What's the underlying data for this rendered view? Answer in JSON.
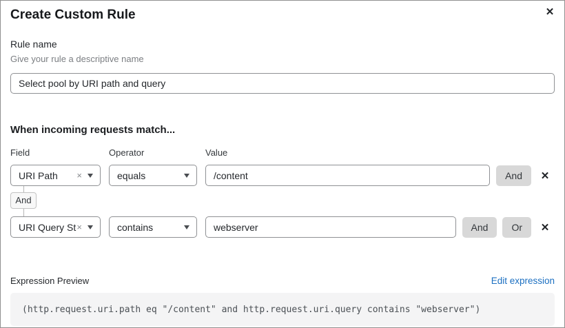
{
  "dialog": {
    "title": "Create Custom Rule",
    "close_glyph": "✕"
  },
  "rule_name": {
    "label": "Rule name",
    "hint": "Give your rule a descriptive name",
    "value": "Select pool by URI path and query"
  },
  "matcher": {
    "heading": "When incoming requests match...",
    "column_headers": {
      "field": "Field",
      "operator": "Operator",
      "value": "Value"
    },
    "rows": [
      {
        "field": "URI Path",
        "operator": "equals",
        "value": "/content"
      },
      {
        "field": "URI Query St...",
        "operator": "contains",
        "value": "webserver"
      }
    ],
    "connector_label": "And",
    "and_label": "And",
    "or_label": "Or",
    "remove_glyph": "✕",
    "clear_glyph": "×"
  },
  "expression": {
    "label": "Expression Preview",
    "edit_link": "Edit expression",
    "code": "(http.request.uri.path eq \"/content\" and http.request.uri.query contains \"webserver\")"
  },
  "colors": {
    "link_blue": "#1b6fc1",
    "button_gray": "#d8d8d8",
    "code_bg": "#f4f4f5"
  }
}
